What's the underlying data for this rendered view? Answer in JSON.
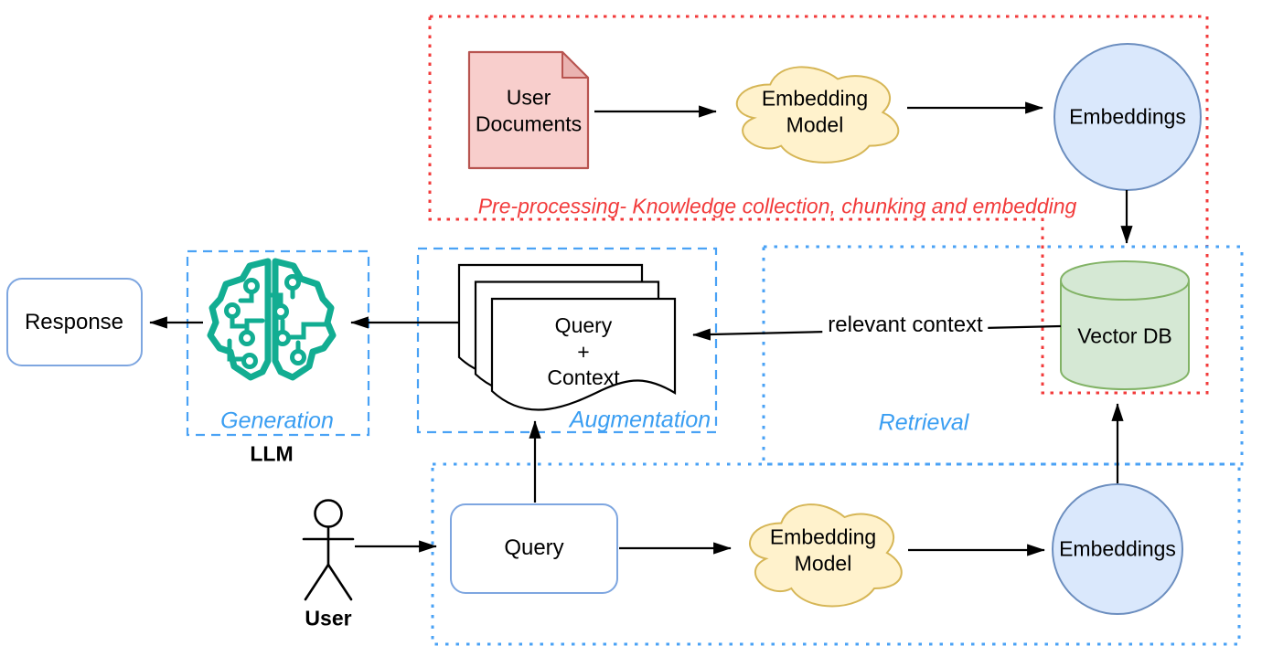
{
  "sections": {
    "preprocessing": {
      "caption": "Pre-processing- Knowledge collection, chunking and embedding",
      "border_color": "#f23b3b"
    },
    "generation": {
      "caption": "Generation",
      "border_color": "#4aa2f5"
    },
    "augmentation": {
      "caption": "Augmentation",
      "border_color": "#4aa2f5"
    },
    "retrieval": {
      "caption": "Retrieval",
      "border_color": "#4aa2f5"
    }
  },
  "nodes": {
    "user_documents": {
      "label": "User\nDocuments",
      "fill": "#f8cecc",
      "stroke": "#b85450"
    },
    "embedding_model_top": {
      "label": "Embedding\nModel",
      "fill": "#fff2cc",
      "stroke": "#d6b656"
    },
    "embeddings_top": {
      "label": "Embeddings",
      "fill": "#dae8fc",
      "stroke": "#6c8ebf"
    },
    "vector_db": {
      "label": "Vector DB",
      "fill": "#d5e8d4",
      "stroke": "#82b366"
    },
    "response": {
      "label": "Response",
      "stroke": "#7ea6e0"
    },
    "llm": {
      "label": "LLM",
      "icon_color": "#12ad92"
    },
    "query_context": {
      "label": "Query\n+\nContext"
    },
    "query": {
      "label": "Query",
      "stroke": "#7ea6e0"
    },
    "embedding_model_bottom": {
      "label": "Embedding\nModel",
      "fill": "#fff2cc",
      "stroke": "#d6b656"
    },
    "embeddings_bottom": {
      "label": "Embeddings",
      "fill": "#dae8fc",
      "stroke": "#6c8ebf"
    },
    "user": {
      "label": "User"
    }
  },
  "edges": {
    "relevant_context": {
      "label": "relevant context"
    }
  }
}
